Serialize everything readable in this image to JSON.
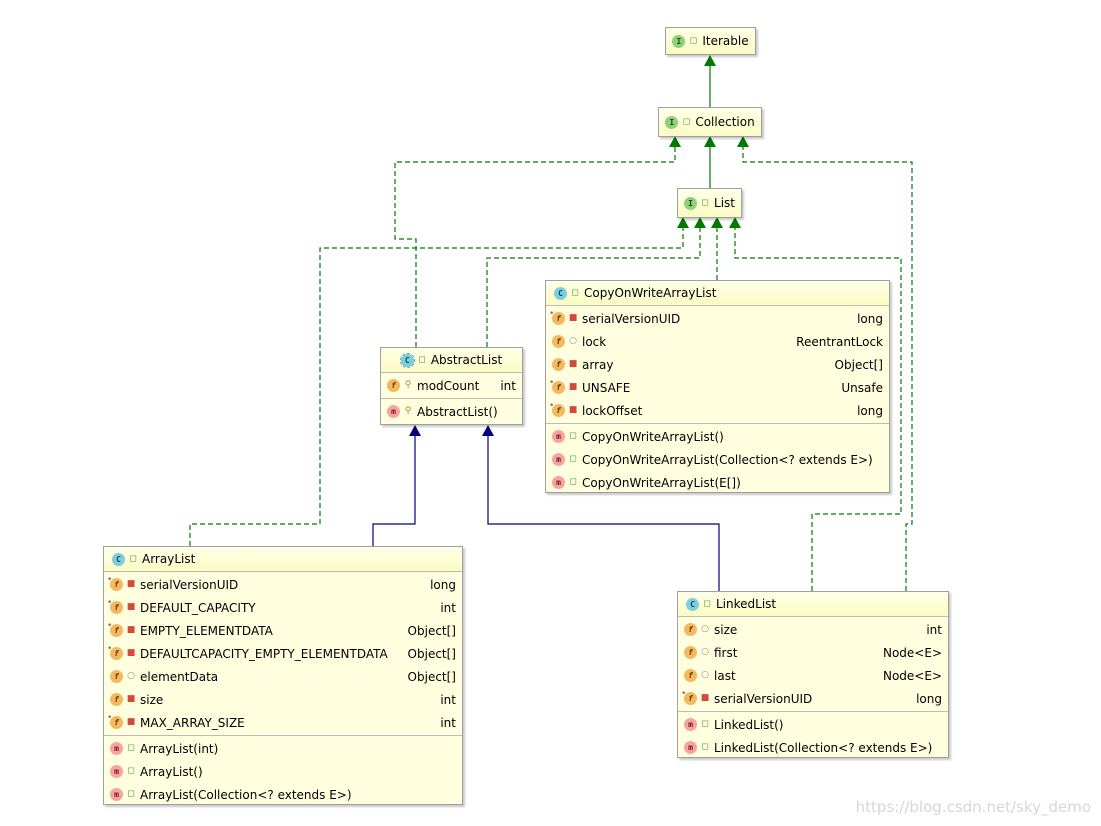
{
  "colors": {
    "implements_edge": "#007a00",
    "extends_edge": "#000080",
    "node_fill": "#ffffe0",
    "node_border": "#a0a0a0"
  },
  "nodes": {
    "iterable": {
      "kind": "I",
      "name": "Iterable"
    },
    "collection": {
      "kind": "I",
      "name": "Collection"
    },
    "list": {
      "kind": "I",
      "name": "List"
    },
    "abstractlist": {
      "kind": "C",
      "abstract": true,
      "name": "AbstractList",
      "fields": [
        {
          "name": "modCount",
          "type": "int",
          "visibility": "protected"
        }
      ],
      "methods": [
        {
          "name": "AbstractList()",
          "visibility": "protected"
        }
      ]
    },
    "cowal": {
      "kind": "C",
      "name": "CopyOnWriteArrayList",
      "fields": [
        {
          "name": "serialVersionUID",
          "type": "long",
          "visibility": "private",
          "static": true
        },
        {
          "name": "lock",
          "type": "ReentrantLock",
          "visibility": "package"
        },
        {
          "name": "array",
          "type": "Object[]",
          "visibility": "private"
        },
        {
          "name": "UNSAFE",
          "type": "Unsafe",
          "visibility": "private",
          "static": true
        },
        {
          "name": "lockOffset",
          "type": "long",
          "visibility": "private",
          "static": true
        }
      ],
      "methods": [
        {
          "name": "CopyOnWriteArrayList()",
          "visibility": "public"
        },
        {
          "name": "CopyOnWriteArrayList(Collection<? extends E>)",
          "visibility": "public"
        },
        {
          "name": "CopyOnWriteArrayList(E[])",
          "visibility": "public"
        }
      ]
    },
    "arraylist": {
      "kind": "C",
      "name": "ArrayList",
      "fields": [
        {
          "name": "serialVersionUID",
          "type": "long",
          "visibility": "private",
          "static": true
        },
        {
          "name": "DEFAULT_CAPACITY",
          "type": "int",
          "visibility": "private",
          "static": true
        },
        {
          "name": "EMPTY_ELEMENTDATA",
          "type": "Object[]",
          "visibility": "private",
          "static": true
        },
        {
          "name": "DEFAULTCAPACITY_EMPTY_ELEMENTDATA",
          "type": "Object[]",
          "visibility": "private",
          "static": true
        },
        {
          "name": "elementData",
          "type": "Object[]",
          "visibility": "package"
        },
        {
          "name": "size",
          "type": "int",
          "visibility": "private"
        },
        {
          "name": "MAX_ARRAY_SIZE",
          "type": "int",
          "visibility": "private",
          "static": true
        }
      ],
      "methods": [
        {
          "name": "ArrayList(int)",
          "visibility": "public"
        },
        {
          "name": "ArrayList()",
          "visibility": "public"
        },
        {
          "name": "ArrayList(Collection<? extends E>)",
          "visibility": "public"
        }
      ]
    },
    "linkedlist": {
      "kind": "C",
      "name": "LinkedList",
      "fields": [
        {
          "name": "size",
          "type": "int",
          "visibility": "package"
        },
        {
          "name": "first",
          "type": "Node<E>",
          "visibility": "package"
        },
        {
          "name": "last",
          "type": "Node<E>",
          "visibility": "package"
        },
        {
          "name": "serialVersionUID",
          "type": "long",
          "visibility": "private",
          "static": true
        }
      ],
      "methods": [
        {
          "name": "LinkedList()",
          "visibility": "public"
        },
        {
          "name": "LinkedList(Collection<? extends E>)",
          "visibility": "public"
        }
      ]
    }
  },
  "edges": [
    {
      "from": "Collection",
      "to": "Iterable",
      "kind": "extends-interface"
    },
    {
      "from": "List",
      "to": "Collection",
      "kind": "extends-interface"
    },
    {
      "from": "AbstractList",
      "to": "Collection",
      "kind": "implements"
    },
    {
      "from": "ArrayList",
      "to": "List",
      "kind": "implements"
    },
    {
      "from": "AbstractList",
      "to": "List",
      "kind": "implements"
    },
    {
      "from": "CopyOnWriteArrayList",
      "to": "List",
      "kind": "implements"
    },
    {
      "from": "LinkedList",
      "to": "List",
      "kind": "implements"
    },
    {
      "from": "LinkedList",
      "to": "Collection",
      "kind": "implements"
    },
    {
      "from": "ArrayList",
      "to": "AbstractList",
      "kind": "extends"
    },
    {
      "from": "LinkedList",
      "to": "AbstractList",
      "kind": "extends"
    }
  ],
  "watermark": "https://blog.csdn.net/sky_demo"
}
